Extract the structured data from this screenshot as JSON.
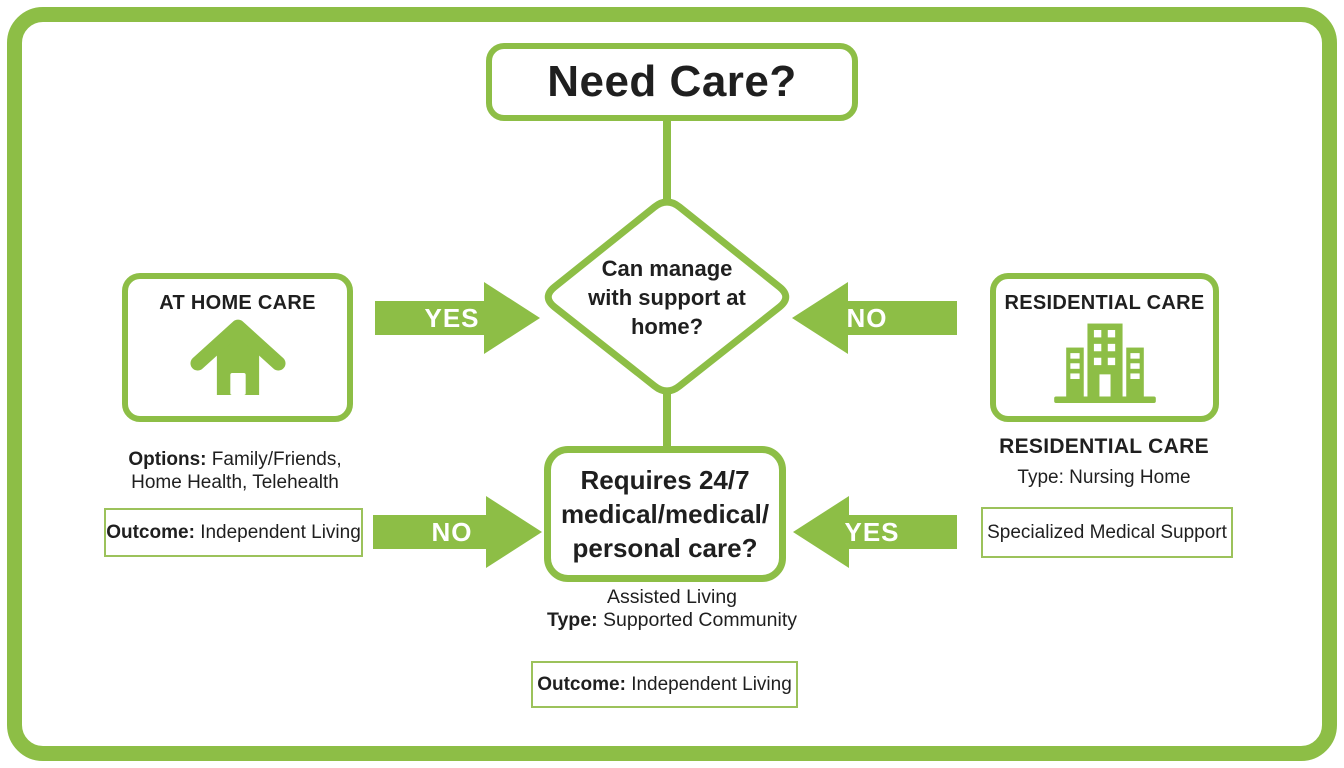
{
  "palette": {
    "green": "#8DBE46",
    "green-thin": "#9CC25B",
    "ink": "#1F1F1F"
  },
  "start": {
    "label": "Need Care?"
  },
  "decision_home": {
    "line1": "Can manage",
    "line2": "with support at",
    "line3": "home?"
  },
  "decision_247": {
    "line1": "Requires 24/7",
    "line2": "medical/medical/",
    "line3": "personal care?"
  },
  "arrows": {
    "home_yes": "YES",
    "residential_no": "NO",
    "no_247": "NO",
    "yes_247": "YES"
  },
  "home_care": {
    "title": "AT HOME CARE",
    "options_label": "Options:",
    "options_rest": "Family/Friends,",
    "options_line2": "Home Health, Telehealth",
    "outcome_label": "Outcome:",
    "outcome_value": "Independent Living"
  },
  "residential_care": {
    "title": "RESIDENTIAL CARE",
    "subtitle": "RESIDENTIAL CARE",
    "type_line": "Type: Nursing Home",
    "support_label": "Specialized Medical Support"
  },
  "assisted": {
    "line1": "Assisted Living",
    "type_label": "Type:",
    "type_value": "Supported Community",
    "outcome_label": "Outcome:",
    "outcome_value": "Independent Living"
  }
}
